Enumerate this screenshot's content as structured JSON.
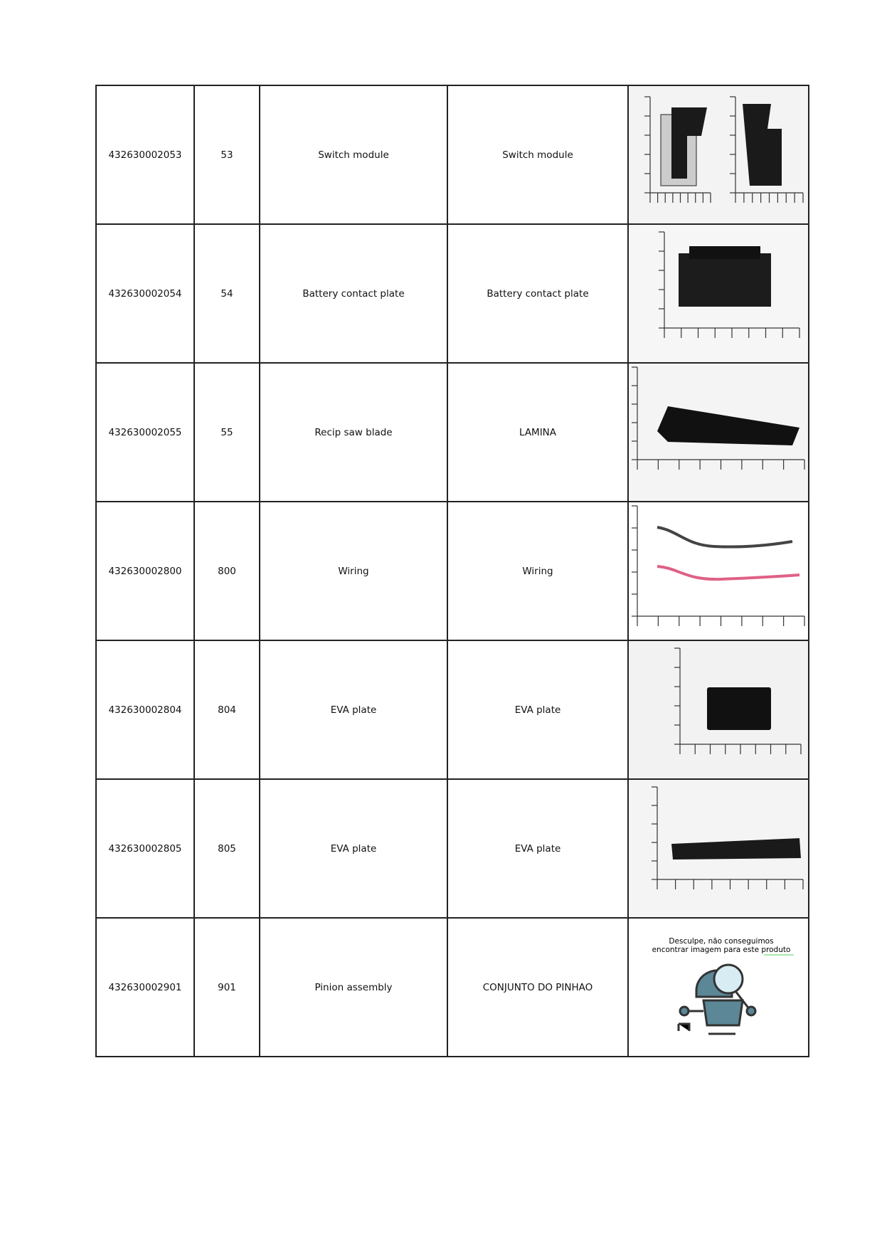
{
  "rows": [
    {
      "code": "432630002053",
      "pos": "53",
      "desc_en": "Switch module",
      "desc_pt": "Switch module",
      "image": "switch-module-photo"
    },
    {
      "code": "432630002054",
      "pos": "54",
      "desc_en": "Battery contact plate",
      "desc_pt": "Battery contact plate",
      "image": "battery-contact-plate-photo"
    },
    {
      "code": "432630002055",
      "pos": "55",
      "desc_en": "Recip saw blade",
      "desc_pt": "LAMINA",
      "image": "saw-blade-photo"
    },
    {
      "code": "432630002800",
      "pos": "800",
      "desc_en": "Wiring",
      "desc_pt": "Wiring",
      "image": "wiring-photo"
    },
    {
      "code": "432630002804",
      "pos": "804",
      "desc_en": "EVA plate",
      "desc_pt": "EVA plate",
      "image": "eva-plate-photo"
    },
    {
      "code": "432630002805",
      "pos": "805",
      "desc_en": "EVA plate",
      "desc_pt": "EVA plate",
      "image": "eva-strip-photo"
    },
    {
      "code": "432630002901",
      "pos": "901",
      "desc_en": "Pinion assembly",
      "desc_pt": "CONJUNTO DO PINHAO",
      "image": "no-image-placeholder"
    }
  ],
  "placeholder": {
    "line1": "Desculpe, não conseguimos",
    "line2": "encontrar imagem para este produto"
  }
}
